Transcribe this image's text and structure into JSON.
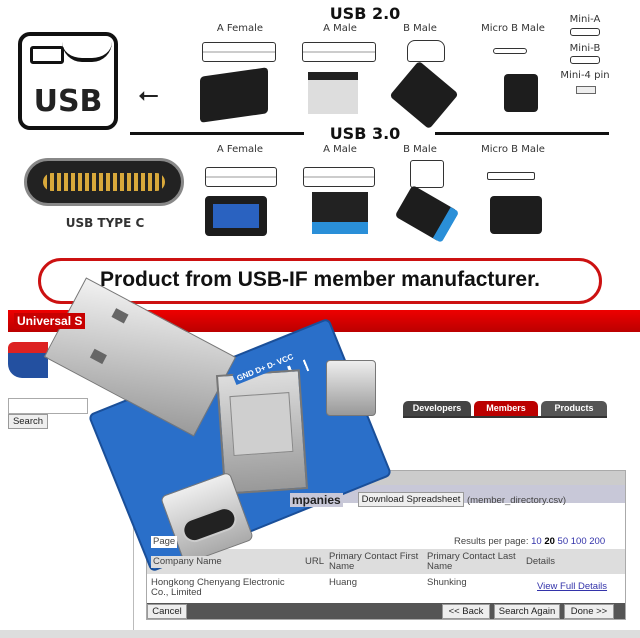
{
  "usb_logo": {
    "text": "USB"
  },
  "type_c": {
    "label": "USB TYPE C"
  },
  "usb2": {
    "title": "USB 2.0",
    "labels": [
      "A Female",
      "A Male",
      "B Male",
      "Micro B Male"
    ],
    "mini": [
      "Mini-A",
      "Mini-B",
      "Mini-4 pin"
    ]
  },
  "usb3": {
    "title": "USB 3.0",
    "labels": [
      "A Female",
      "A Male",
      "B Male",
      "Micro B Male"
    ]
  },
  "banner": {
    "text": "Product from USB-IF member manufacturer.",
    "border_color": "#cc1111"
  },
  "site": {
    "header": "Universal S",
    "header_color": "#d40000",
    "search_button": "Search",
    "tabs": [
      "Developers",
      "Members",
      "Products"
    ],
    "section_title": "mpanies",
    "download_button": "Download Spreadsheet",
    "download_file": "(member_directory.csv)",
    "page_label": "Page",
    "results_label": "Results per page:",
    "results_options": [
      "10",
      "20",
      "50",
      "100",
      "200"
    ],
    "columns": [
      "Company Name",
      "URL",
      "Primary Contact First Name",
      "Primary Contact Last Name",
      "Details"
    ],
    "row": {
      "company": "Hongkong Chenyang Electronic Co., Limited",
      "url": "",
      "first": "Huang",
      "last": "Shunking",
      "details": "View Full Details"
    },
    "buttons": {
      "cancel": "Cancel",
      "back": "<< Back",
      "search_again": "Search Again",
      "done": "Done >>"
    }
  },
  "board": {
    "silkscreen": "GND D+ D- VCC",
    "pcb_color": "#2a6fc9"
  }
}
